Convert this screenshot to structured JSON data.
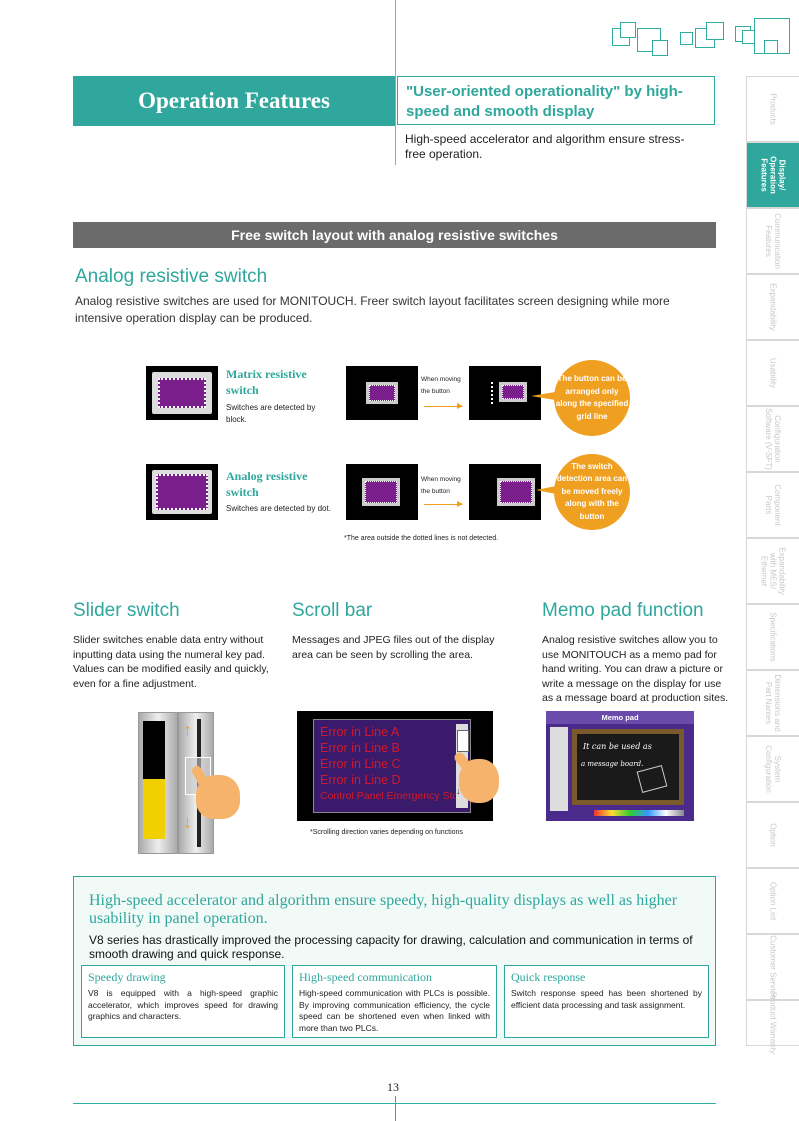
{
  "header": {
    "title": "Operation Features",
    "tagline": "\"User-oriented operationality\" by high-speed and smooth display",
    "subtitle": "High-speed accelerator and algorithm ensure stress-free operation."
  },
  "tabs": [
    {
      "label": "Products"
    },
    {
      "label": "Display/ Operation Features"
    },
    {
      "label": "Communication Features"
    },
    {
      "label": "Expandability"
    },
    {
      "label": "Usability"
    },
    {
      "label": "Configuration Software (V-SFT)"
    },
    {
      "label": "Component Parts"
    },
    {
      "label": "Expandability with MES/ Ethernet"
    },
    {
      "label": "Specifications"
    },
    {
      "label": "Dimensions and Part Names"
    },
    {
      "label": "System Configuration"
    },
    {
      "label": "Option"
    },
    {
      "label": "Option List"
    },
    {
      "label": "Customer Service"
    },
    {
      "label": "Product Warranty"
    }
  ],
  "band": {
    "text": "Free switch layout with analog resistive switches"
  },
  "analog": {
    "heading": "Analog resistive switch",
    "text": "Analog resistive switches are used for MONITOUCH.  Freer switch layout facilitates screen designing while more intensive operation display can be produced."
  },
  "matrix": {
    "title": "Matrix resistive switch",
    "desc": "Switches are detected by block.",
    "moving": "When moving the button",
    "bubble": "The button can be arranged only along the specified grid line"
  },
  "analog_row": {
    "title": "Analog resistive switch",
    "desc": "Switches are detected by dot.",
    "moving": "When moving the button",
    "bubble": "The switch detection area can be moved freely along with the button"
  },
  "area_note": "*The area outside the dotted lines is not detected.",
  "slider": {
    "heading": "Slider switch",
    "text": "Slider switches enable data entry without inputting data using the numeral key pad. Values can be modified easily and quickly, even for a fine adjustment."
  },
  "scroll": {
    "heading": "Scroll bar",
    "text": "Messages and JPEG files out of the display area can be seen by scrolling the area.",
    "lines": [
      "Error in Line A",
      "Error in Line B",
      "Error in Line C",
      "Error in Line D",
      "Control Panel Emergency Stop"
    ],
    "note": "*Scrolling direction varies depending on functions"
  },
  "memo": {
    "heading": "Memo pad function",
    "text": "Analog resistive switches allow you to use MONITOUCH as a memo pad for hand writing. You can draw a picture or write a message on the display for use as a message board at production sites.",
    "screen_title": "Memo pad",
    "handwriting_1": "It can be used as",
    "handwriting_2": "a message board."
  },
  "bottom": {
    "heading": "High-speed accelerator and algorithm ensure speedy, high-quality displays as well as higher usability in panel operation.",
    "text": "V8 series has drastically improved the processing capacity for drawing, calculation and communication in terms of smooth drawing and quick response.",
    "features": [
      {
        "title": "Speedy drawing",
        "desc": "V8 is equipped with a high-speed graphic accelerator, which improves speed for drawing graphics and characters."
      },
      {
        "title": "High-speed communication",
        "desc": "High-speed communication with PLCs is possible. By improving communication efficiency, the cycle speed can be shortened even when linked with more than two PLCs."
      },
      {
        "title": "Quick response",
        "desc": "Switch response speed has been shortened by efficient data processing and task assignment."
      }
    ]
  },
  "page_number": "13",
  "colors": {
    "teal": "#2fa79c",
    "orange": "#f0a020",
    "purple": "#7a1f8c",
    "band_gray": "#6b6b6b"
  }
}
